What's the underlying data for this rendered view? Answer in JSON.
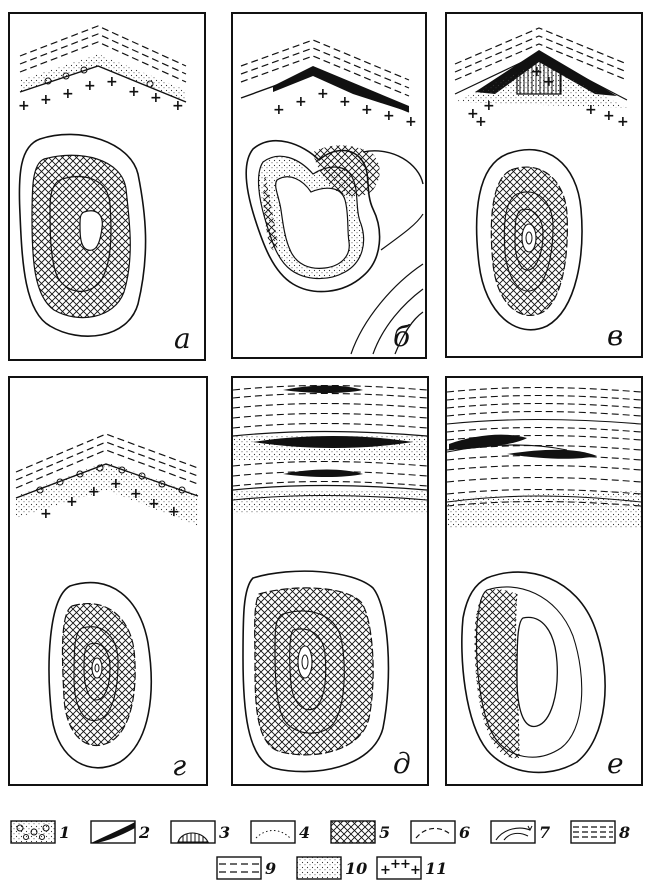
{
  "panels": [
    {
      "id": "a",
      "label": "а"
    },
    {
      "id": "b",
      "label": "б"
    },
    {
      "id": "v",
      "label": "в"
    },
    {
      "id": "g",
      "label": "г"
    },
    {
      "id": "d",
      "label": "д"
    },
    {
      "id": "e",
      "label": "е"
    }
  ],
  "legend": [
    {
      "num": "1",
      "symbol": "conglomerate-circles"
    },
    {
      "num": "2",
      "symbol": "black-lens"
    },
    {
      "num": "3",
      "symbol": "vertical-hatched-lens"
    },
    {
      "num": "4",
      "symbol": "dotted-boundary"
    },
    {
      "num": "5",
      "symbol": "crosshatch"
    },
    {
      "num": "6",
      "symbol": "dashed-boundary"
    },
    {
      "num": "7",
      "symbol": "contour-lines"
    },
    {
      "num": "8",
      "symbol": "dense-dashes"
    },
    {
      "num": "9",
      "symbol": "sparse-dashes"
    },
    {
      "num": "10",
      "symbol": "fine-stipple"
    },
    {
      "num": "11",
      "symbol": "plus-signs"
    }
  ]
}
